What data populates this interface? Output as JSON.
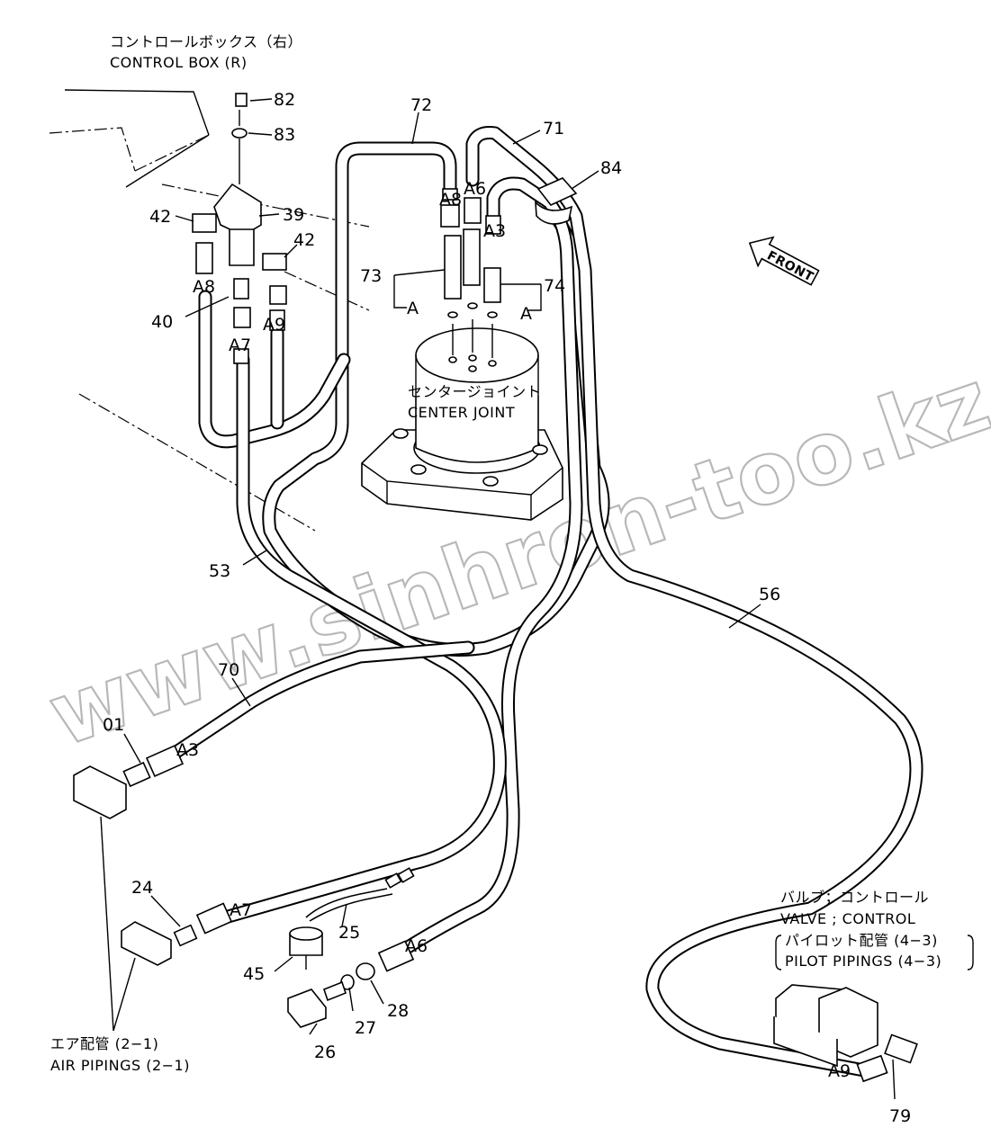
{
  "captions": {
    "control_box_jp": "コントロールボックス（右）",
    "control_box_en": "CONTROL  BOX (R)",
    "center_joint_jp": "センタージョイント",
    "center_joint_en": "CENTER  JOINT",
    "valve_jp": "バルブ；コントロール",
    "valve_en": "VALVE ; CONTROL",
    "pilot_jp": "パイロット配管 (4−3)",
    "pilot_en": "PILOT  PIPINGS (4−3)",
    "air_jp": "エア配管 (2−1)",
    "air_en": "AIR  PIPINGS (2−1)",
    "front": "FRONT"
  },
  "watermark": "www.sinhron-too.kz",
  "part_numbers": {
    "p82": "82",
    "p83": "83",
    "p72": "72",
    "p71": "71",
    "p84": "84",
    "p42a": "42",
    "p39": "39",
    "p42b": "42",
    "p73": "73",
    "p74": "74",
    "p40": "40",
    "p53": "53",
    "p56": "56",
    "p70": "70",
    "p01": "01",
    "p24": "24",
    "p25": "25",
    "p45": "45",
    "p28": "28",
    "p27": "27",
    "p26": "26",
    "p79": "79"
  },
  "connectors": {
    "a8_top": "A8",
    "a6_top": "A6",
    "a3_top": "A3",
    "a_left": "A",
    "a_right": "A",
    "a8_left": "A8",
    "a7_left": "A7",
    "a9_left": "A9",
    "a3_bottom": "A3",
    "a7_bottom": "A7",
    "a6_bottom": "A6",
    "a9_bottom": "A9"
  },
  "icons": {
    "front_arrow": "front-arrow-icon"
  },
  "colors": {
    "line": "#000000",
    "background": "#ffffff",
    "watermark": "#b8b8b8"
  }
}
